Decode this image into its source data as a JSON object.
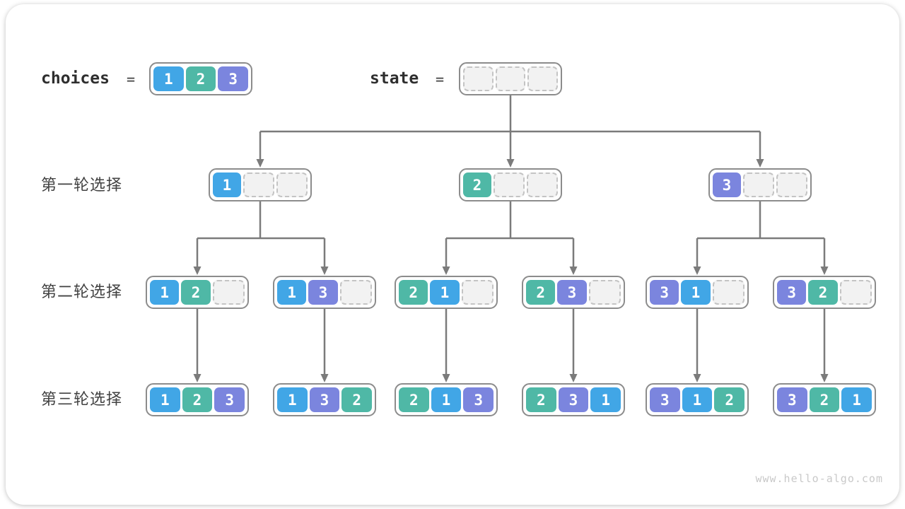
{
  "palette": {
    "value_colors": {
      "1": "#41a6e6",
      "2": "#4fb8a6",
      "3": "#7b85de"
    },
    "empty_fill": "#f2f2f2",
    "empty_border": "#c4c4c4",
    "container_border": "#8c8c8c",
    "arrow": "#7b7b7b",
    "label_strong": "#2e2e2e",
    "label_mid": "#424242",
    "watermark": "#c9c9c9"
  },
  "header": {
    "choices_label": "choices",
    "choices_equals": "=",
    "choices_cells": [
      "1",
      "2",
      "3"
    ],
    "state_label": "state",
    "state_equals": "=",
    "state_cells": [
      "",
      "",
      ""
    ]
  },
  "rows": [
    {
      "label": "第一轮选择",
      "boxes": [
        [
          "1",
          "",
          ""
        ],
        [
          "2",
          "",
          ""
        ],
        [
          "3",
          "",
          ""
        ]
      ]
    },
    {
      "label": "第二轮选择",
      "boxes": [
        [
          "1",
          "2",
          ""
        ],
        [
          "1",
          "3",
          ""
        ],
        [
          "2",
          "1",
          ""
        ],
        [
          "2",
          "3",
          ""
        ],
        [
          "3",
          "1",
          ""
        ],
        [
          "3",
          "2",
          ""
        ]
      ]
    },
    {
      "label": "第三轮选择",
      "boxes": [
        [
          "1",
          "2",
          "3"
        ],
        [
          "1",
          "3",
          "2"
        ],
        [
          "2",
          "1",
          "3"
        ],
        [
          "2",
          "3",
          "1"
        ],
        [
          "3",
          "1",
          "2"
        ],
        [
          "3",
          "2",
          "1"
        ]
      ]
    }
  ],
  "watermark": "www.hello-algo.com"
}
